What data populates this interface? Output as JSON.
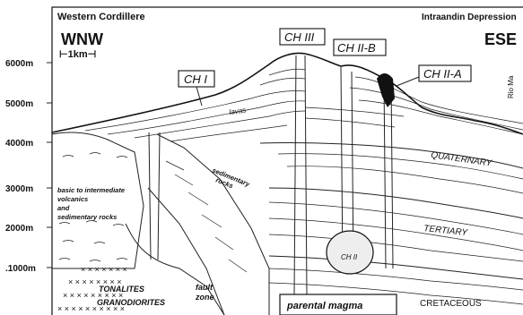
{
  "header": {
    "left": "Western Cordillere",
    "right": "Intraandin Depression"
  },
  "orientation": {
    "west": "WNW",
    "east": "ESE"
  },
  "scale_bar": "⊢1km⊣",
  "elevation_axis": [
    "6000m",
    "5000m",
    "4000m",
    "3000m",
    "2000m",
    ".1000m"
  ],
  "vents": {
    "ch1": "CH I",
    "ch3": "CH III",
    "ch2b": "CH II-B",
    "ch2a": "CH II-A"
  },
  "units": {
    "lavas": "lavas",
    "quaternary": "QUATERNARY",
    "tertiary": "TERTIARY",
    "cretaceous": "CRETACEOUS",
    "volcanics": [
      "basic to intermediate",
      "volcanics",
      "and",
      "sedimentary rocks"
    ],
    "sedimentary": [
      "sedimentary",
      "rocks"
    ],
    "tonalites": "TONALITES",
    "granodiorites": "GRANODIORITES",
    "fault": [
      "fault",
      "zone"
    ],
    "magma_chamber": "CH II",
    "parental_magma": "parental magma",
    "river_partial": "Rio Ma"
  }
}
